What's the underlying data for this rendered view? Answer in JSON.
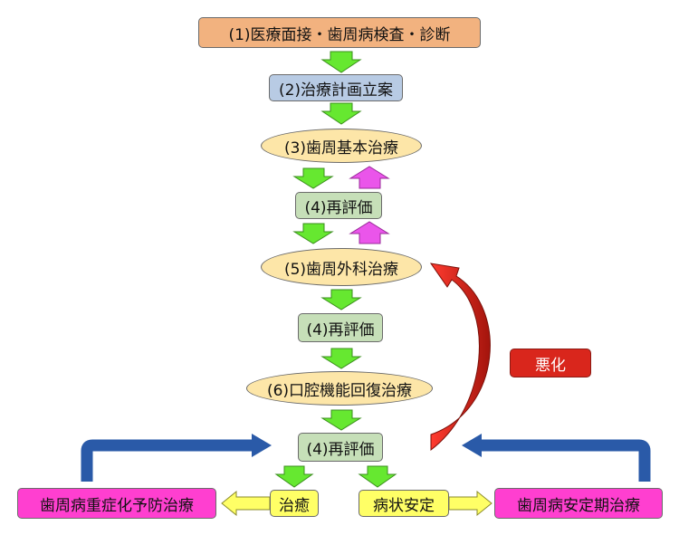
{
  "steps": {
    "s1": "(1)医療面接・歯周病検査・診断",
    "s2": "(2)治療計画立案",
    "s3": "(3)歯周基本治療",
    "s4a": "(4)再評価",
    "s5": "(5)歯周外科治療",
    "s4b": "(4)再評価",
    "s6": "(6)口腔機能回復治療",
    "s4c": "(4)再評価"
  },
  "outcomes": {
    "cure": "治癒",
    "stable": "病状安定",
    "worsen": "悪化",
    "spt_prevent": "歯周病重症化予防治療",
    "spt_stable": "歯周病安定期治療"
  },
  "colors": {
    "orange": "#f2b27f",
    "blue": "#b8cbe4",
    "ellipse": "#fde6a8",
    "green": "#c6dfb8",
    "yellow": "#ffff66",
    "magenta": "#ff3fd0",
    "red": "#d9261c",
    "arrow_green": "#66e830",
    "arrow_pink": "#ea55ea",
    "arrow_navy": "#2a5aa8"
  }
}
